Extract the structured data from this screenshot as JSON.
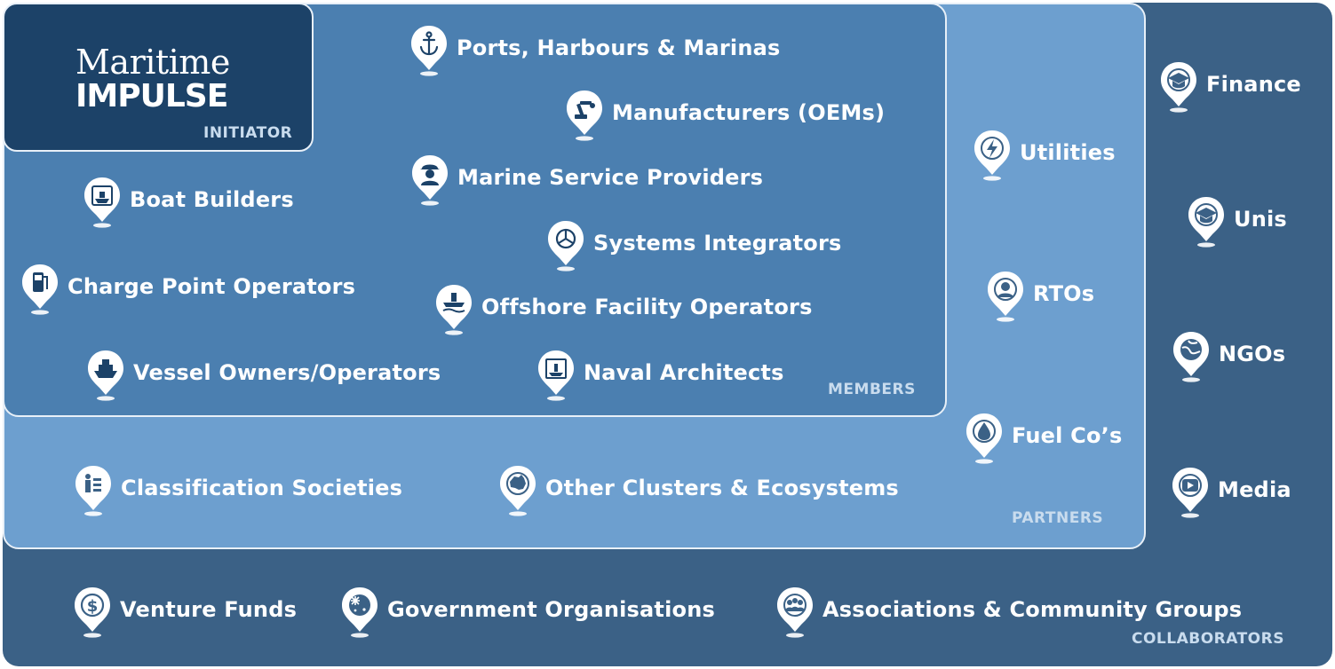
{
  "logo": {
    "line1": "Maritime",
    "line2": "IMPULSE"
  },
  "tiers": {
    "initiator": "INITIATOR",
    "members": "MEMBERS",
    "partners": "PARTNERS",
    "collaborators": "COLLABORATORS"
  },
  "items": {
    "ports": {
      "label": "Ports, Harbours & Marinas",
      "icon": "anchor-icon"
    },
    "manufacturers": {
      "label": "Manufacturers (OEMs)",
      "icon": "robot-arm-icon"
    },
    "marine_service": {
      "label": "Marine Service Providers",
      "icon": "worker-icon"
    },
    "boat_builders": {
      "label": "Boat Builders",
      "icon": "boat-icon"
    },
    "systems_integrators": {
      "label": "Systems Integrators",
      "icon": "gears-icon"
    },
    "charge_point": {
      "label": "Charge Point Operators",
      "icon": "charger-icon"
    },
    "offshore": {
      "label": "Offshore Facility Operators",
      "icon": "offshore-icon"
    },
    "vessel_owners": {
      "label": "Vessel Owners/Operators",
      "icon": "ship-icon"
    },
    "naval_architects": {
      "label": "Naval Architects",
      "icon": "blueprint-icon"
    },
    "utilities": {
      "label": "Utilities",
      "icon": "lightning-icon"
    },
    "rtos": {
      "label": "RTOs",
      "icon": "person-icon"
    },
    "fuel_cos": {
      "label": "Fuel Co’s",
      "icon": "drop-icon"
    },
    "classification": {
      "label": "Classification Societies",
      "icon": "checklist-icon"
    },
    "other_clusters": {
      "label": "Other Clusters & Ecosystems",
      "icon": "australia-icon"
    },
    "finance": {
      "label": "Finance",
      "icon": "graduation-cap-icon"
    },
    "unis": {
      "label": "Unis",
      "icon": "graduation-cap-icon"
    },
    "ngos": {
      "label": "NGOs",
      "icon": "globe-icon"
    },
    "media": {
      "label": "Media",
      "icon": "play-icon"
    },
    "venture_funds": {
      "label": "Venture Funds",
      "icon": "dollar-icon"
    },
    "government": {
      "label": "Government Organisations",
      "icon": "flag-icon"
    },
    "associations": {
      "label": "Associations & Community Groups",
      "icon": "group-icon"
    }
  },
  "colors": {
    "initiator_bg": "#1c4268",
    "members_bg": "#4b7fb0",
    "partners_bg": "#6d9fcf",
    "collaborators_bg": "#3b6186",
    "pin_fill": "#ffffff"
  }
}
